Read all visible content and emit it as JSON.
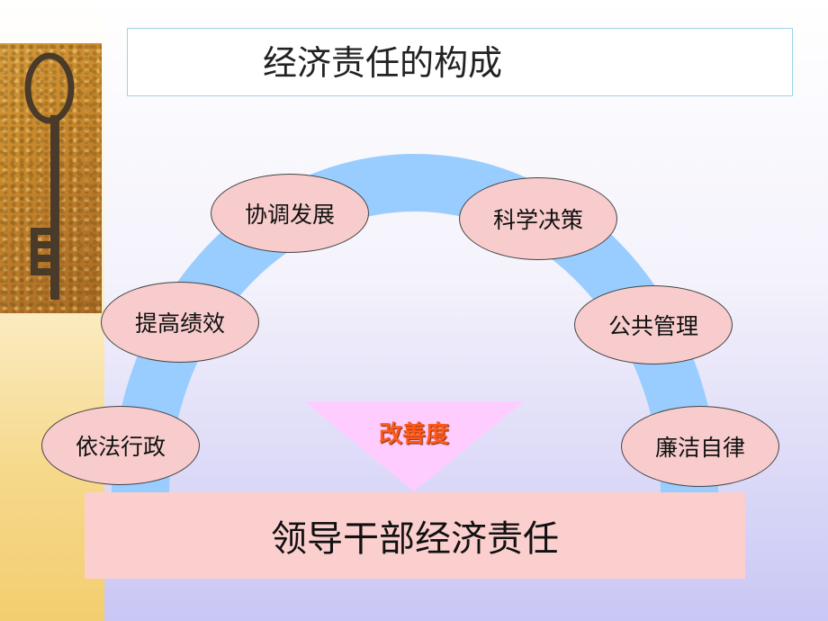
{
  "title": "经济责任的构成",
  "diagram": {
    "nodes": [
      {
        "label": "依法行政"
      },
      {
        "label": "提高绩效"
      },
      {
        "label": "协调发展"
      },
      {
        "label": "科学决策"
      },
      {
        "label": "公共管理"
      },
      {
        "label": "廉洁自律"
      }
    ],
    "center_label": "改善度",
    "base_label": "领导干部经济责任"
  },
  "colors": {
    "arc": "#99ccff",
    "node_fill": "#f8cccc",
    "triangle": "#ffccff",
    "base_fill": "#fccfcf",
    "center_text": "#ff5a1a"
  }
}
